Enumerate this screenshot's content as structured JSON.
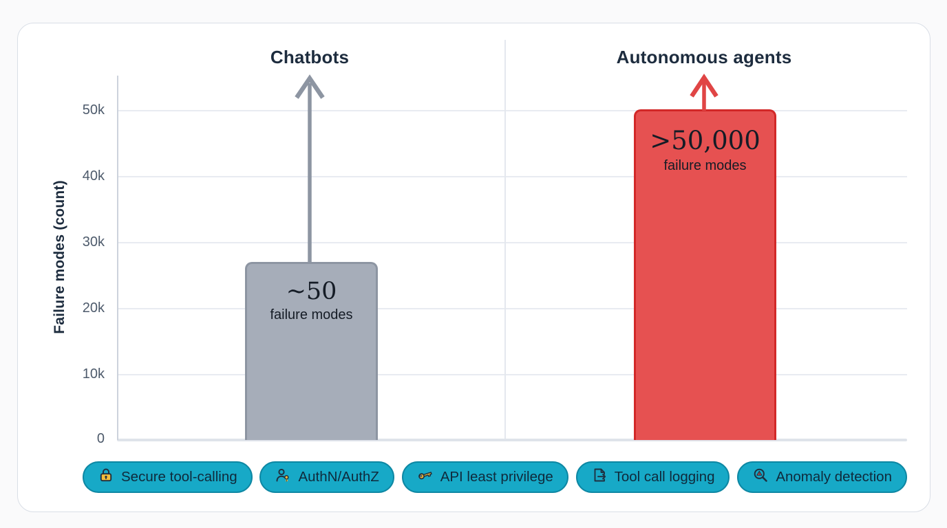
{
  "chart_data": {
    "type": "bar",
    "title": "",
    "categories": [
      "Chatbots",
      "Autonomous agents"
    ],
    "values_drawn": [
      27000,
      50000
    ],
    "value_labels": [
      "~50",
      ">50,000"
    ],
    "value_sublabels": [
      "failure modes",
      "failure modes"
    ],
    "stated_values": [
      50,
      50000
    ],
    "xlabel": "",
    "ylabel": "Failure modes (count)",
    "yticks_top_to_bottom": [
      "50k",
      "40k",
      "30k",
      "20k",
      "10k",
      "0"
    ],
    "ylim": [
      0,
      55000
    ],
    "grid": true,
    "legend": "none",
    "annotations": "both bars topped with upward overflow arrows"
  },
  "panels": {
    "left_title": "Chatbots",
    "right_title": "Autonomous agents"
  },
  "axis": {
    "label": "Failure modes (count)",
    "ticks": [
      "50k",
      "40k",
      "30k",
      "20k",
      "10k",
      "0"
    ]
  },
  "bars": {
    "gray": {
      "value": "~50",
      "sublabel": "failure modes"
    },
    "red": {
      "value": ">50,000",
      "sublabel": "failure modes"
    }
  },
  "badges": {
    "items": [
      {
        "label": "Secure tool-calling",
        "icon": "lock-icon"
      },
      {
        "label": "AuthN/AuthZ",
        "icon": "user-key-icon"
      },
      {
        "label": "API least privilege",
        "icon": "key-icon"
      },
      {
        "label": "Tool call logging",
        "icon": "file-export-icon"
      },
      {
        "label": "Anomaly detection",
        "icon": "search-alert-icon"
      }
    ]
  },
  "colors": {
    "page_bg": "#fafafb",
    "card_bg": "#ffffff",
    "card_border": "#d9dee6",
    "grid": "#e8ebf1",
    "axis": "#ccd2dc",
    "baseline": "#dfe3ea",
    "divider": "#e4e8ee",
    "title_text": "#1d2c3e",
    "tick_text": "#4d5a6b",
    "gray_fill": "#a6adb9",
    "gray_border": "#8d95a2",
    "red_fill": "#e65151",
    "red_border": "#d22828",
    "red_arrow": "#e04545",
    "badge_fill": "#17a9c7",
    "badge_border": "#0d87a3",
    "badge_text": "#0f2a3c",
    "gold": "#f2bd3a",
    "icon_dark": "#1f3040",
    "alert_red": "#e2574c",
    "bar_label": "#151c26"
  }
}
